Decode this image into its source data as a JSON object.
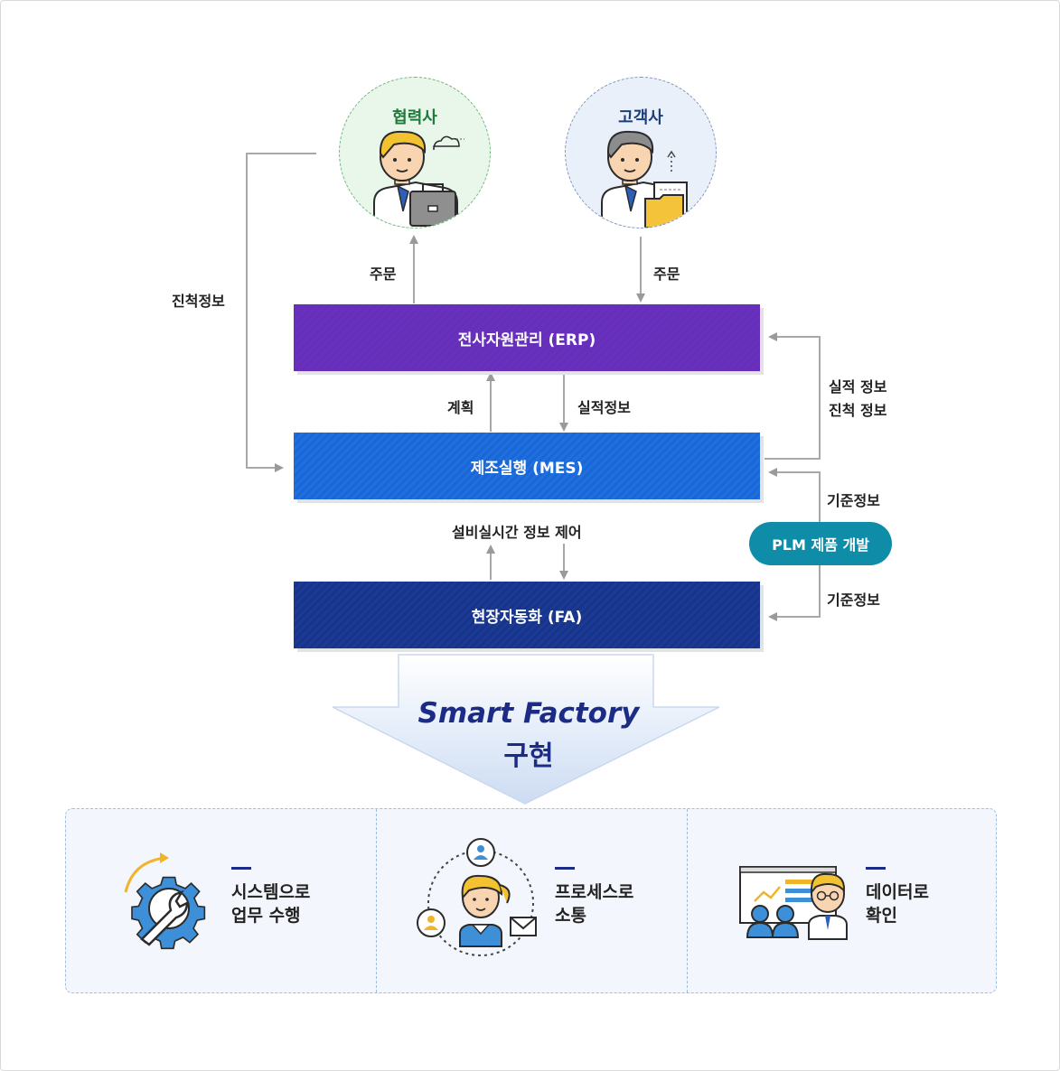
{
  "nodes": {
    "partner": "협력사",
    "customer": "고객사",
    "erp": "전사자원관리 (ERP)",
    "mes": "제조실행 (MES)",
    "fa": "현장자동화 (FA)",
    "plm": "PLM 제품 개발"
  },
  "labels": {
    "order_left": "주문",
    "order_right": "주문",
    "progress_left": "진척정보",
    "plan": "계획",
    "result": "실적정보",
    "result_progress_line1": "실적 정보",
    "result_progress_line2": "진척 정보",
    "standard_top": "기준정보",
    "standard_bottom": "기준정보",
    "equipment": "설비실시간 정보 제어"
  },
  "smart_factory": {
    "title": "Smart Factory",
    "subtitle": "구현"
  },
  "benefits": [
    {
      "line1": "시스템으로",
      "line2": "업무 수행",
      "icon": "gear-wrench-icon"
    },
    {
      "line1": "프로세스로",
      "line2": "소통",
      "icon": "people-network-icon"
    },
    {
      "line1": "데이터로",
      "line2": "확인",
      "icon": "presentation-chart-icon"
    }
  ],
  "colors": {
    "erp": "#6a2fc0",
    "mes": "#1e70e0",
    "fa": "#1a3a94",
    "plm": "#0f8ca8",
    "title": "#1c2c86"
  }
}
